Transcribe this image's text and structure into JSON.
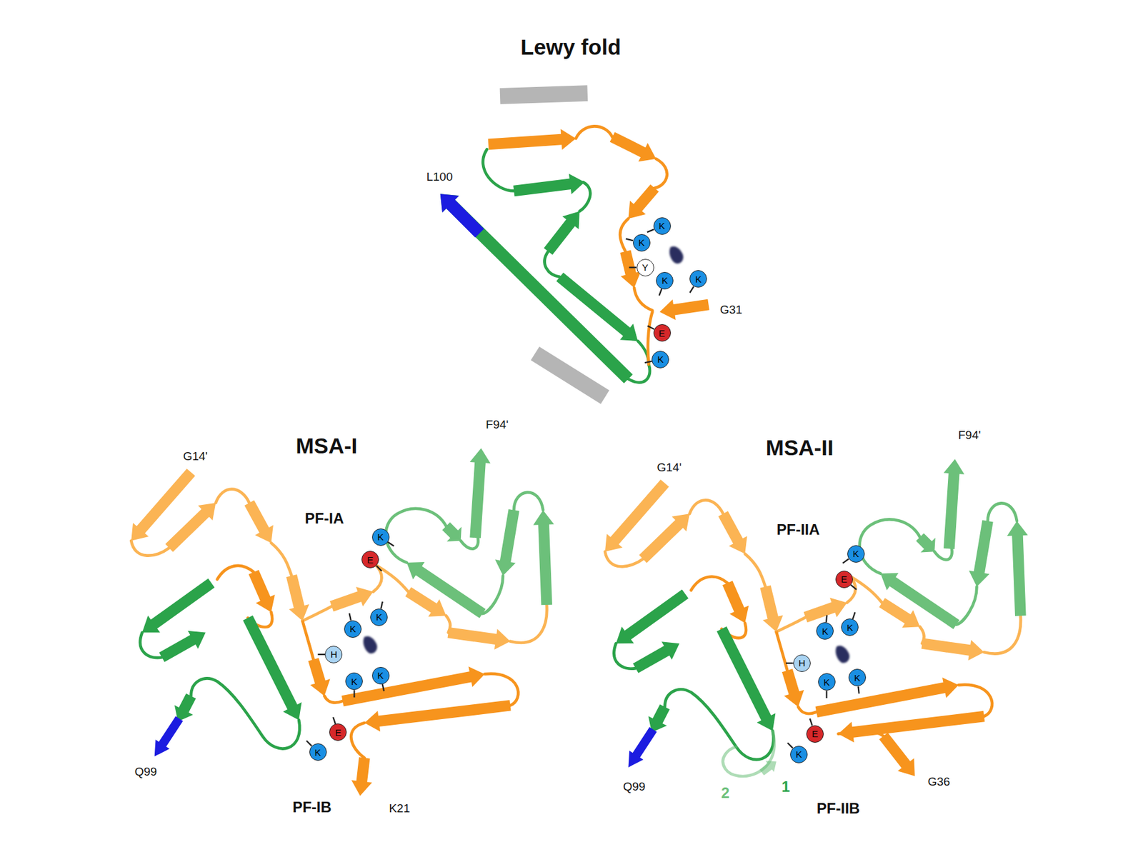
{
  "diagram": {
    "nodes": [
      {
        "text": [
          "K"
        ]
      },
      {
        "text": [
          "K"
        ]
      },
      {
        "text": [
          "Y"
        ]
      },
      {
        "text": [
          "K"
        ]
      },
      {
        "text": [
          "K"
        ]
      },
      {
        "text": [
          "E"
        ]
      },
      {
        "text": [
          "K"
        ]
      },
      {
        "text": [
          "K"
        ]
      },
      {
        "text": [
          "E"
        ]
      },
      {
        "text": [
          "K"
        ]
      },
      {
        "text": [
          "K"
        ]
      },
      {
        "text": [
          "H"
        ]
      },
      {
        "text": [
          "K"
        ]
      },
      {
        "text": [
          "K"
        ]
      },
      {
        "text": [
          "E"
        ]
      },
      {
        "text": [
          "K"
        ]
      },
      {
        "text": [
          "K"
        ]
      },
      {
        "text": [
          "E"
        ]
      },
      {
        "text": [
          "K"
        ]
      },
      {
        "text": [
          "K"
        ]
      },
      {
        "text": [
          "H"
        ]
      },
      {
        "text": [
          "K"
        ]
      },
      {
        "text": [
          "K"
        ]
      },
      {
        "text": [
          "E"
        ]
      },
      {
        "text": [
          "K"
        ]
      }
    ],
    "labels": [
      "Lewy fold",
      "L100",
      "G31",
      "MSA-I",
      "G14'",
      "F94'",
      "PF-IA",
      "Q99",
      "PF-IB",
      "K21",
      "MSA-II",
      "G14'",
      "F94'",
      "PF-IIA",
      "Q99",
      "2",
      "1",
      "PF-IIB",
      "G36"
    ]
  }
}
